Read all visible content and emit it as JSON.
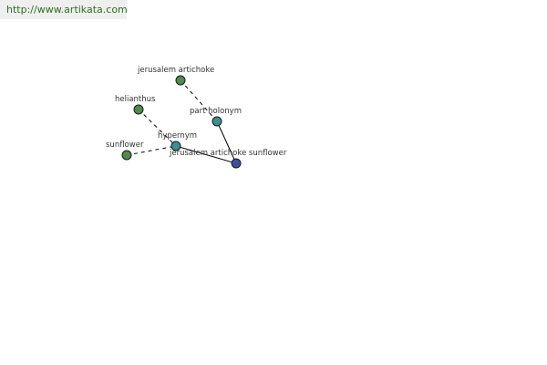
{
  "watermark": {
    "url": "http://www.artikata.com"
  },
  "colors": {
    "term_node": "#4f8a4f",
    "relation_node": "#3f8f8f",
    "center_node": "#3f4f9f",
    "edge": "#000000",
    "watermark_text": "#2f6f1f",
    "watermark_bg": "#efefef"
  },
  "graph": {
    "nodes": [
      {
        "id": "jerusalem-artichoke",
        "label": "jerusalem artichoke",
        "kind": "term"
      },
      {
        "id": "helianthus",
        "label": "helianthus",
        "kind": "term"
      },
      {
        "id": "sunflower",
        "label": "sunflower",
        "kind": "term"
      },
      {
        "id": "part-holonym",
        "label": "part holonym",
        "kind": "relation"
      },
      {
        "id": "hypernym",
        "label": "hypernym",
        "kind": "relation"
      },
      {
        "id": "jerusalem-artichoke-sunflower",
        "label": "jerusalem artichoke sunflower",
        "kind": "center"
      }
    ],
    "edges": [
      {
        "from": "jerusalem-artichoke",
        "to": "part-holonym",
        "style": "dashed"
      },
      {
        "from": "part-holonym",
        "to": "jerusalem-artichoke-sunflower",
        "style": "solid"
      },
      {
        "from": "helianthus",
        "to": "hypernym",
        "style": "dashed"
      },
      {
        "from": "sunflower",
        "to": "hypernym",
        "style": "dashed"
      },
      {
        "from": "hypernym",
        "to": "jerusalem-artichoke-sunflower",
        "style": "solid"
      }
    ]
  }
}
